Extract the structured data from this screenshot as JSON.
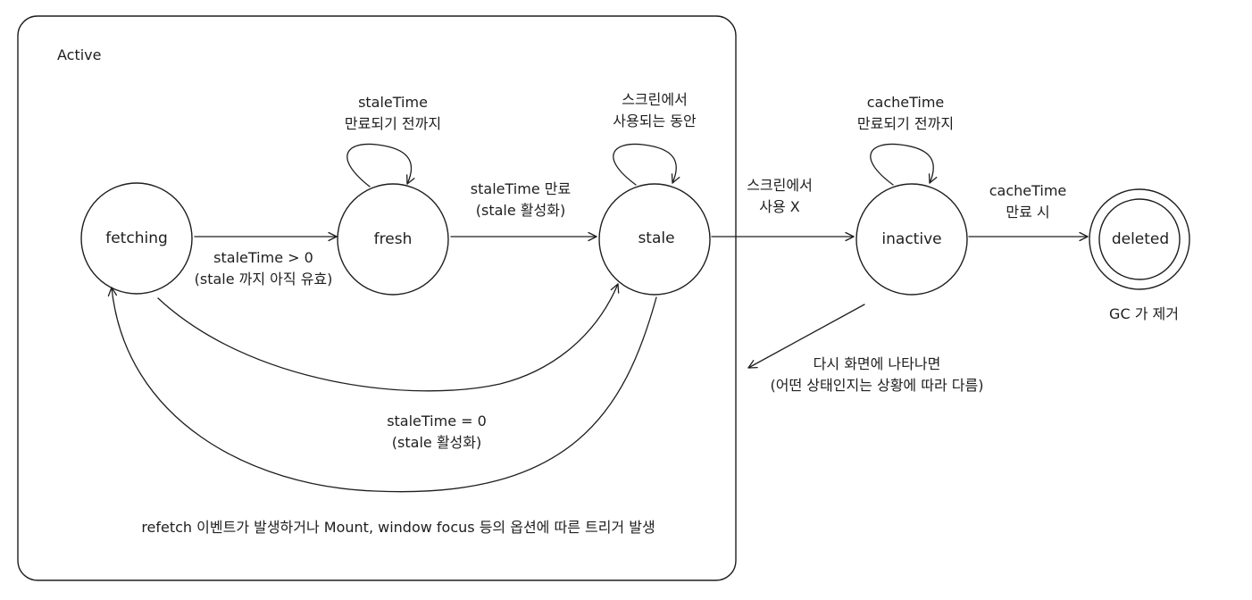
{
  "region": {
    "title": "Active"
  },
  "nodes": {
    "fetching": "fetching",
    "fresh": "fresh",
    "stale": "stale",
    "inactive": "inactive",
    "deleted": "deleted"
  },
  "labels": {
    "fresh_loop": [
      "staleTime",
      "만료되기 전까지"
    ],
    "stale_loop": [
      "스크린에서",
      "사용되는 동안"
    ],
    "inactive_loop": [
      "cacheTime",
      "만료되기 전까지"
    ],
    "fetching_to_fresh": [
      "staleTime > 0",
      "(stale 까지 아직 유효)"
    ],
    "fresh_to_stale": [
      "staleTime 만료",
      "(stale 활성화)"
    ],
    "stale_to_inactive": [
      "스크린에서",
      "사용 X"
    ],
    "inactive_to_deleted": [
      "cacheTime",
      "만료 시"
    ],
    "fetching_to_stale": [
      "staleTime = 0",
      "(stale 활성화)"
    ],
    "deleted_caption": "GC 가 제거",
    "inactive_return": [
      "다시 화면에 나타나면",
      "(어떤 상태인지는 상황에 따라 다름)"
    ],
    "refetch_trigger": "refetch 이벤트가 발생하거나 Mount, window focus 등의 옵션에 따른 트리거 발생"
  }
}
